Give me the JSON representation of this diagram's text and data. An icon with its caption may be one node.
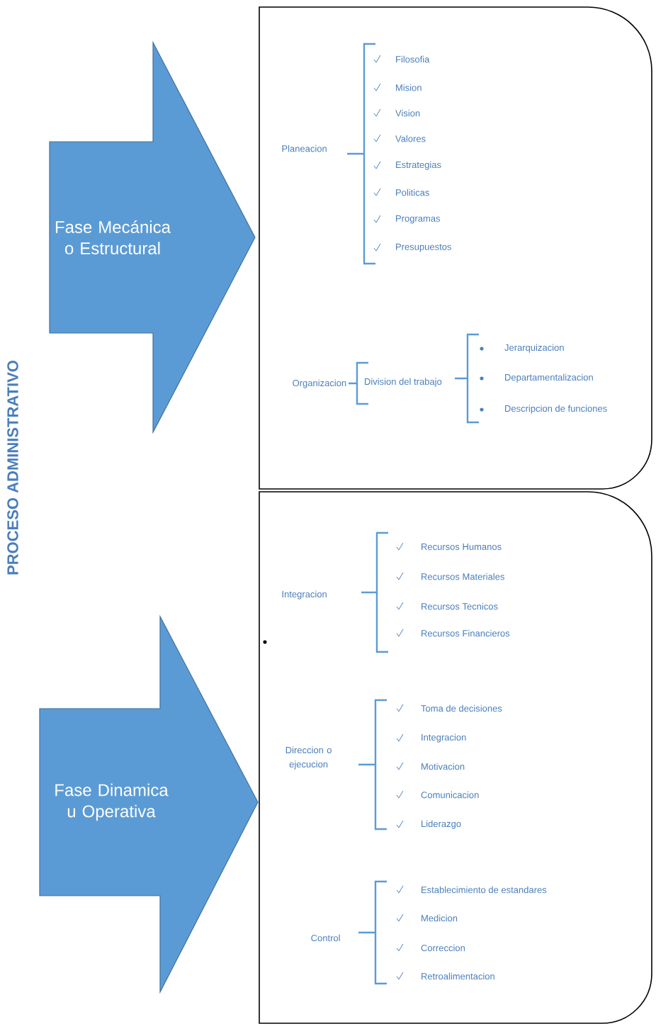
{
  "diagram": {
    "title": "PROCESO ADMINISTRATIVO",
    "nodes": [
      {
        "text": [
          "Fase Mecánica o Estructural"
        ]
      },
      {
        "text": [],
        "shape": "box"
      },
      {
        "text": [
          "Planeacion"
        ],
        "in": 1
      },
      {
        "text": [
          "Filosofia"
        ],
        "in": 1
      },
      {
        "text": [
          "Mision"
        ],
        "in": 1
      },
      {
        "text": [
          "Vision"
        ],
        "in": 1
      },
      {
        "text": [
          "Valores"
        ],
        "in": 1
      },
      {
        "text": [
          "Estrategias"
        ],
        "in": 1
      },
      {
        "text": [
          "Politicas"
        ],
        "in": 1
      },
      {
        "text": [
          "Programas"
        ],
        "in": 1
      },
      {
        "text": [
          "Presupuestos"
        ],
        "in": 1
      },
      {
        "text": [
          "Organizacion"
        ],
        "in": 1
      },
      {
        "text": [
          "Division del trabajo"
        ],
        "in": 1
      },
      {
        "text": [
          "Jerarquizacion"
        ],
        "in": 1
      },
      {
        "text": [
          "Departamentalizacion"
        ],
        "in": 1
      },
      {
        "text": [
          "Descripcion de funciones"
        ],
        "in": 1
      },
      {
        "text": [
          "Fase Dinamica u Operativa"
        ]
      },
      {
        "text": [],
        "shape": "box"
      },
      {
        "text": [
          "Integracion"
        ],
        "in": 17
      },
      {
        "text": [
          "Recursos Humanos"
        ],
        "in": 17
      },
      {
        "text": [
          "Recursos Materiales"
        ],
        "in": 17
      },
      {
        "text": [
          "Recursos Tecnicos"
        ],
        "in": 17
      },
      {
        "text": [
          "Recursos Financieros"
        ],
        "in": 17
      },
      {
        "text": [
          "Direccion o ejecucion"
        ],
        "in": 17
      },
      {
        "text": [
          "Toma de decisiones"
        ],
        "in": 17
      },
      {
        "text": [
          "Integracion"
        ],
        "in": 17
      },
      {
        "text": [
          "Motivacion"
        ],
        "in": 17
      },
      {
        "text": [
          "Comunicacion"
        ],
        "in": 17
      },
      {
        "text": [
          "Liderazgo"
        ],
        "in": 17
      },
      {
        "text": [
          "Control"
        ],
        "in": 17
      },
      {
        "text": [
          "Establecimiento de estandares"
        ],
        "in": 17
      },
      {
        "text": [
          "Medicion"
        ],
        "in": 17
      },
      {
        "text": [
          "Correccion"
        ],
        "in": 17
      },
      {
        "text": [
          "Retroalimentacion"
        ],
        "in": 17
      }
    ]
  }
}
